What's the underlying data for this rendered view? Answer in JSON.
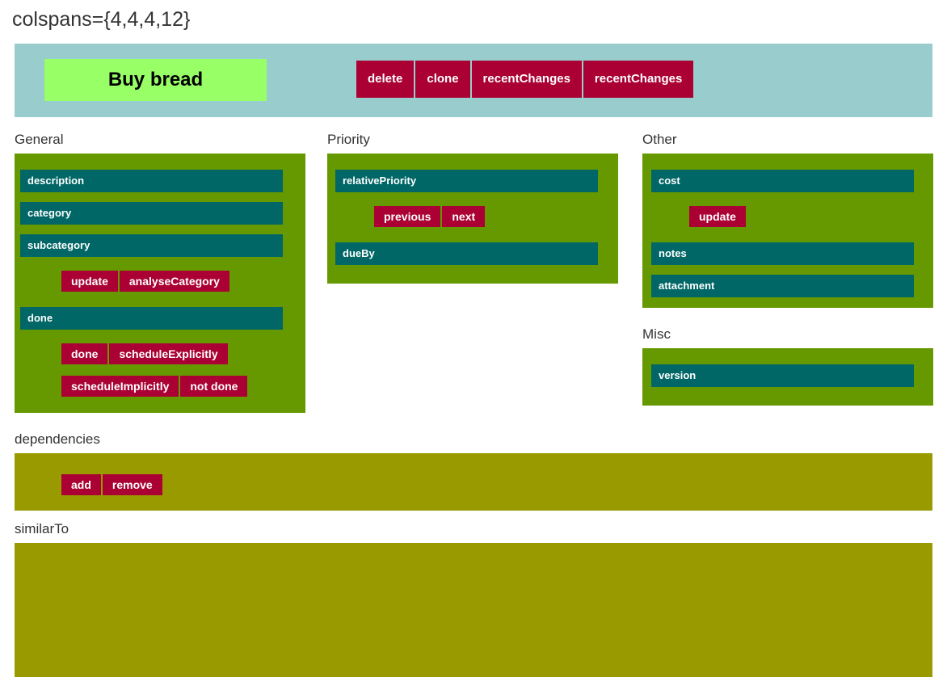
{
  "page": {
    "title": "colspans={4,4,4,12}"
  },
  "header": {
    "task_title": "Buy bread",
    "actions": [
      {
        "label": "delete"
      },
      {
        "label": "clone"
      },
      {
        "label": "recentChanges"
      },
      {
        "label": "recentChanges"
      }
    ]
  },
  "groups": {
    "general": {
      "label": "General",
      "fields": [
        {
          "label": "description"
        },
        {
          "label": "category"
        },
        {
          "label": "subcategory"
        },
        {
          "label": "done"
        }
      ],
      "category_actions": [
        {
          "label": "update"
        },
        {
          "label": "analyseCategory"
        }
      ],
      "done_actions_row1": [
        {
          "label": "done"
        },
        {
          "label": "scheduleExplicitly"
        }
      ],
      "done_actions_row2": [
        {
          "label": "scheduleImplicitly"
        },
        {
          "label": "not done"
        }
      ]
    },
    "priority": {
      "label": "Priority",
      "fields": [
        {
          "label": "relativePriority"
        },
        {
          "label": "dueBy"
        }
      ],
      "priority_actions": [
        {
          "label": "previous"
        },
        {
          "label": "next"
        }
      ]
    },
    "other": {
      "label": "Other",
      "fields": [
        {
          "label": "cost"
        },
        {
          "label": "notes"
        },
        {
          "label": "attachment"
        }
      ],
      "cost_actions": [
        {
          "label": "update"
        }
      ]
    },
    "misc": {
      "label": "Misc",
      "fields": [
        {
          "label": "version"
        }
      ]
    },
    "dependencies": {
      "label": "dependencies",
      "actions": [
        {
          "label": "add"
        },
        {
          "label": "remove"
        }
      ]
    },
    "similar_to": {
      "label": "similarTo",
      "actions": []
    }
  },
  "colors": {
    "header_band": "#99cccc",
    "title_field": "#99ff66",
    "panel": "#669900",
    "field": "#006666",
    "button": "#aa0033",
    "list_panel": "#999900",
    "page_background": "#ffffff"
  }
}
